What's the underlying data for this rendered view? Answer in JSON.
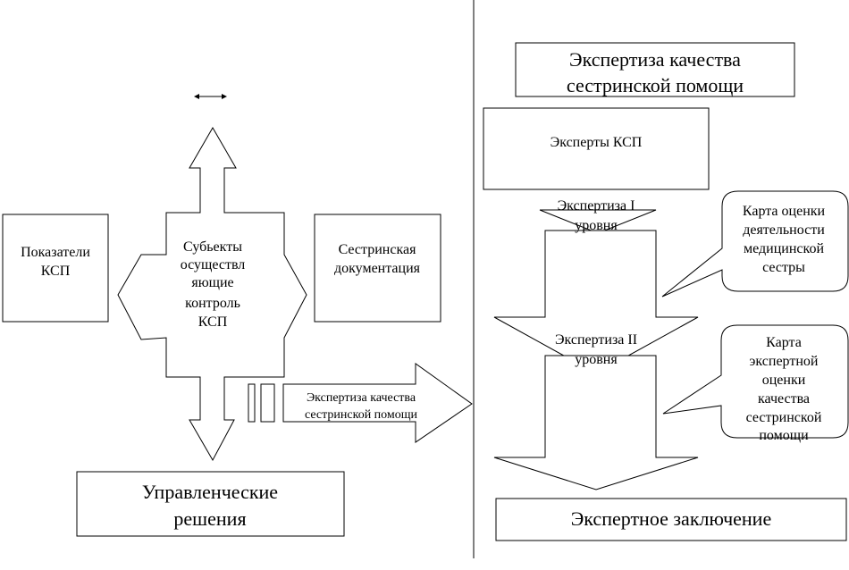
{
  "colors": {
    "stroke": "#000000",
    "fill": "#ffffff",
    "text": "#000000"
  },
  "left": {
    "indicators_line1": "Показатели",
    "indicators_line2": "КСП",
    "subjects_line1": "Субьекты",
    "subjects_line2": "осуществл",
    "subjects_line3": "яющие",
    "subjects_line4": "контроль",
    "subjects_line5": "КСП",
    "documentation_line1": "Сестринская",
    "documentation_line2": "документация",
    "arrow_label_line1": "Экспертиза качества",
    "arrow_label_line2": "сестринской помощи",
    "decisions_line1": "Управленческие",
    "decisions_line2": "решения"
  },
  "right": {
    "title_line1": "Экспертиза качества",
    "title_line2": "сестринской помощи",
    "experts": "Эксперты КСП",
    "level1_line1": "Экспертиза I",
    "level1_line2": "уровня",
    "level2_line1": "Экспертиза II",
    "level2_line2": "уровня",
    "card1_line1": "Карта оценки",
    "card1_line2": "деятельности",
    "card1_line3": "медицинской",
    "card1_line4": "сестры",
    "card2_line1": "Карта",
    "card2_line2": "экспертной",
    "card2_line3": "оценки",
    "card2_line4": "качества",
    "card2_line5": "сестринской",
    "card2_line6": "помощи",
    "conclusion": "Экспертное заключение"
  }
}
